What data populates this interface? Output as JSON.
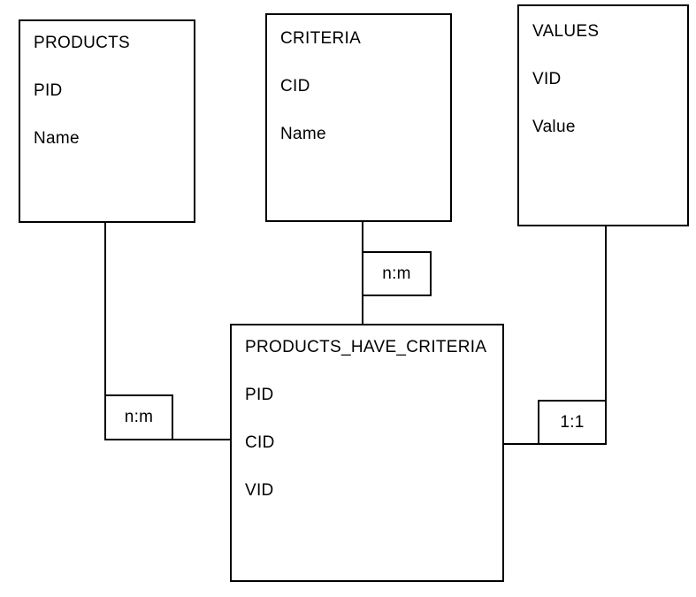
{
  "diagram": {
    "type": "entity-relationship",
    "background_color": "#ffffff",
    "stroke_color": "#000000",
    "text_color": "#000000",
    "entities": [
      {
        "title": "PRODUCTS",
        "attributes": [
          "PID",
          "Name"
        ]
      },
      {
        "title": "CRITERIA",
        "attributes": [
          "CID",
          "Name"
        ]
      },
      {
        "title": "VALUES",
        "attributes": [
          "VID",
          "Value"
        ]
      },
      {
        "title": "PRODUCTS_HAVE_CRITERIA",
        "attributes": [
          "PID",
          "CID",
          "VID"
        ]
      }
    ],
    "relationships": [
      {
        "from": "PRODUCTS",
        "to": "PRODUCTS_HAVE_CRITERIA",
        "label": "n:m"
      },
      {
        "from": "CRITERIA",
        "to": "PRODUCTS_HAVE_CRITERIA",
        "label": "n:m"
      },
      {
        "from": "VALUES",
        "to": "PRODUCTS_HAVE_CRITERIA",
        "label": "1:1"
      }
    ]
  }
}
